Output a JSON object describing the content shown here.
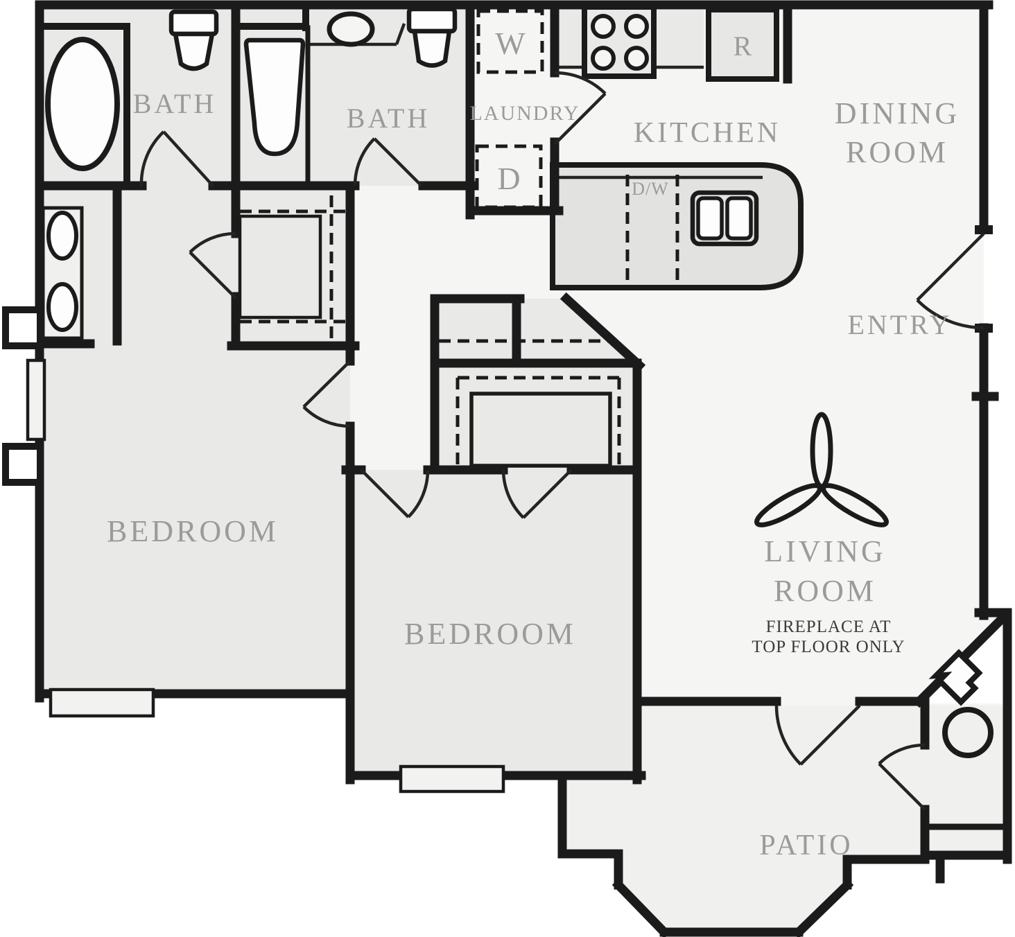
{
  "figure_type": "apartment-floor-plan",
  "palette": {
    "wall": "#1b1b1b",
    "label_gray": "#9b9b9b",
    "note_dark": "#3a3a3a",
    "room_fill": "#e9e9e8",
    "floor_fill": "#f5f5f4",
    "patio_fill": "#f0f0ef",
    "counter_fill": "#e2e2e1",
    "appliance_fill": "#dcdcdb",
    "fixture_fill": "#fdfdfd"
  },
  "rooms": {
    "bath1": {
      "label": "BATH"
    },
    "bath2": {
      "label": "BATH"
    },
    "laundry": {
      "label": "LAUNDRY",
      "washer": "W",
      "dryer": "D"
    },
    "kitchen": {
      "label": "KITCHEN",
      "dishwasher": "D/W",
      "refrigerator": "R"
    },
    "dining": {
      "line1": "DINING",
      "line2": "ROOM"
    },
    "entry": {
      "label": "ENTRY"
    },
    "bedroom1": {
      "label": "BEDROOM"
    },
    "bedroom2": {
      "label": "BEDROOM"
    },
    "living": {
      "line1": "LIVING",
      "line2": "ROOM",
      "note1": "FIREPLACE AT",
      "note2": "TOP FLOOR ONLY"
    },
    "patio": {
      "label": "PATIO"
    }
  }
}
